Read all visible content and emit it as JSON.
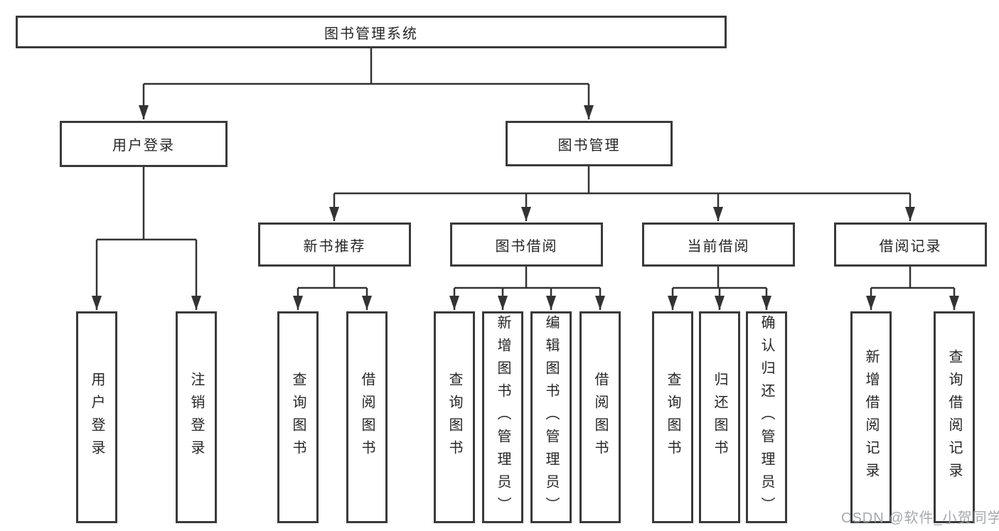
{
  "diagram": {
    "title": "图书管理系统",
    "level2": [
      {
        "label": "用户登录"
      },
      {
        "label": "图书管理"
      }
    ],
    "level3": [
      {
        "label": "新书推荐"
      },
      {
        "label": "图书借阅"
      },
      {
        "label": "当前借阅"
      },
      {
        "label": "借阅记录"
      }
    ],
    "leaves": [
      {
        "label": "用户登录"
      },
      {
        "label": "注销登录"
      },
      {
        "label": "查询图书"
      },
      {
        "label": "借阅图书"
      },
      {
        "label": "查询图书"
      },
      {
        "label": "新增图书（管理员）"
      },
      {
        "label": "编辑图书（管理员）"
      },
      {
        "label": "借阅图书"
      },
      {
        "label": "查询图书"
      },
      {
        "label": "归还图书"
      },
      {
        "label": "确认归还（管理员）"
      },
      {
        "label": "新增借阅记录"
      },
      {
        "label": "查询借阅记录"
      }
    ]
  },
  "watermark": {
    "text": "CSDN @软件_小贺同学"
  },
  "colors": {
    "line": "#333333",
    "box_border": "#3a3a3a",
    "text": "#262626",
    "watermark": "#9ba0a6",
    "background": "#ffffff"
  }
}
